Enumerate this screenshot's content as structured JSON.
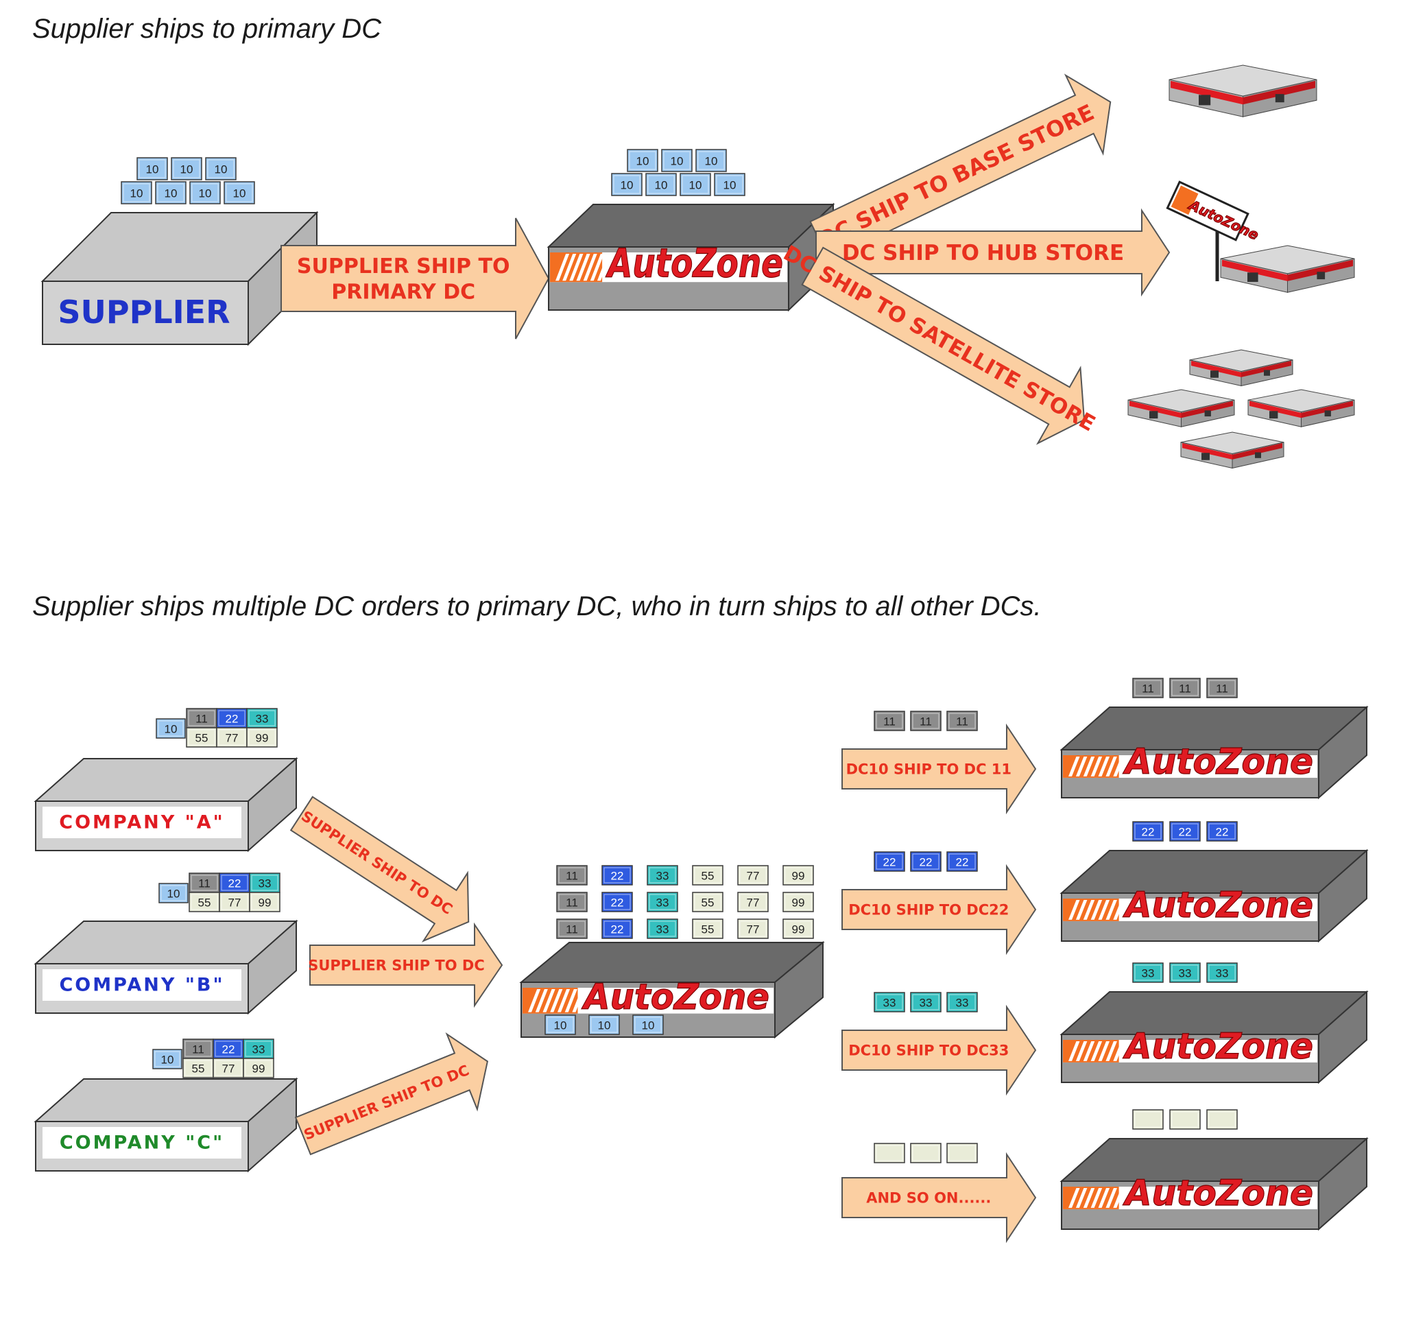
{
  "captions": {
    "top": "Supplier ships to primary DC",
    "bottom": "Supplier ships multiple DC orders to primary DC, who in turn ships to all other DCs."
  },
  "colors": {
    "arrow_fill": "#fbcfa2",
    "arrow_text": "#e8311f",
    "box_top": "#c8c8c8",
    "box_front": "#d2d2d2",
    "dc_dark": "#6e6e6e",
    "logo_red": "#e01b22",
    "logo_orange": "#f36f21",
    "code_10": "#9cc8f0",
    "code_11": "#8c8c8c",
    "code_22": "#2f5be0",
    "code_33": "#35c0bf",
    "code_other": "#e9ecd8",
    "company_a": "#e01b22",
    "company_b": "#1f33c8",
    "company_c": "#1f8a2a"
  },
  "logo": "AutoZone",
  "top_section": {
    "supplier_label": "SUPPLIER",
    "supplier_boxes_row1": [
      "10",
      "10",
      "10"
    ],
    "supplier_boxes_row2": [
      "10",
      "10",
      "10",
      "10"
    ],
    "arrow_supplier": [
      "SUPPLIER SHIP TO",
      "PRIMARY DC"
    ],
    "dc_boxes_row1": [
      "10",
      "10",
      "10"
    ],
    "dc_boxes_row2": [
      "10",
      "10",
      "10",
      "10"
    ],
    "arrow_base": "DC SHIP TO BASE STORE",
    "arrow_hub": "DC SHIP TO HUB STORE",
    "arrow_satellite": "DC SHIP TO SATELLITE STORE"
  },
  "bottom_section": {
    "companies": [
      {
        "label": "COMPANY \"A\"",
        "order_codes": [
          "10",
          "11",
          "22",
          "33",
          "55",
          "77",
          "99"
        ],
        "arrow": "SUPPLIER SHIP TO DC"
      },
      {
        "label": "COMPANY \"B\"",
        "order_codes": [
          "10",
          "11",
          "22",
          "33",
          "55",
          "77",
          "99"
        ],
        "arrow": "SUPPLIER SHIP TO DC"
      },
      {
        "label": "COMPANY \"C\"",
        "order_codes": [
          "10",
          "11",
          "22",
          "33",
          "55",
          "77",
          "99"
        ],
        "arrow": "SUPPLIER SHIP TO DC"
      }
    ],
    "primary_dc_stack_codes": [
      "11",
      "22",
      "33",
      "55",
      "77",
      "99"
    ],
    "primary_dc_kept": [
      "10",
      "10",
      "10"
    ],
    "routes": [
      {
        "arrow": "DC10 SHIP TO DC 11",
        "codes": [
          "11",
          "11",
          "11"
        ]
      },
      {
        "arrow": "DC10 SHIP TO DC22",
        "codes": [
          "22",
          "22",
          "22"
        ]
      },
      {
        "arrow": "DC10 SHIP TO DC33",
        "codes": [
          "33",
          "33",
          "33"
        ]
      },
      {
        "arrow": "AND SO ON......",
        "codes": [
          "",
          "",
          ""
        ]
      }
    ]
  }
}
